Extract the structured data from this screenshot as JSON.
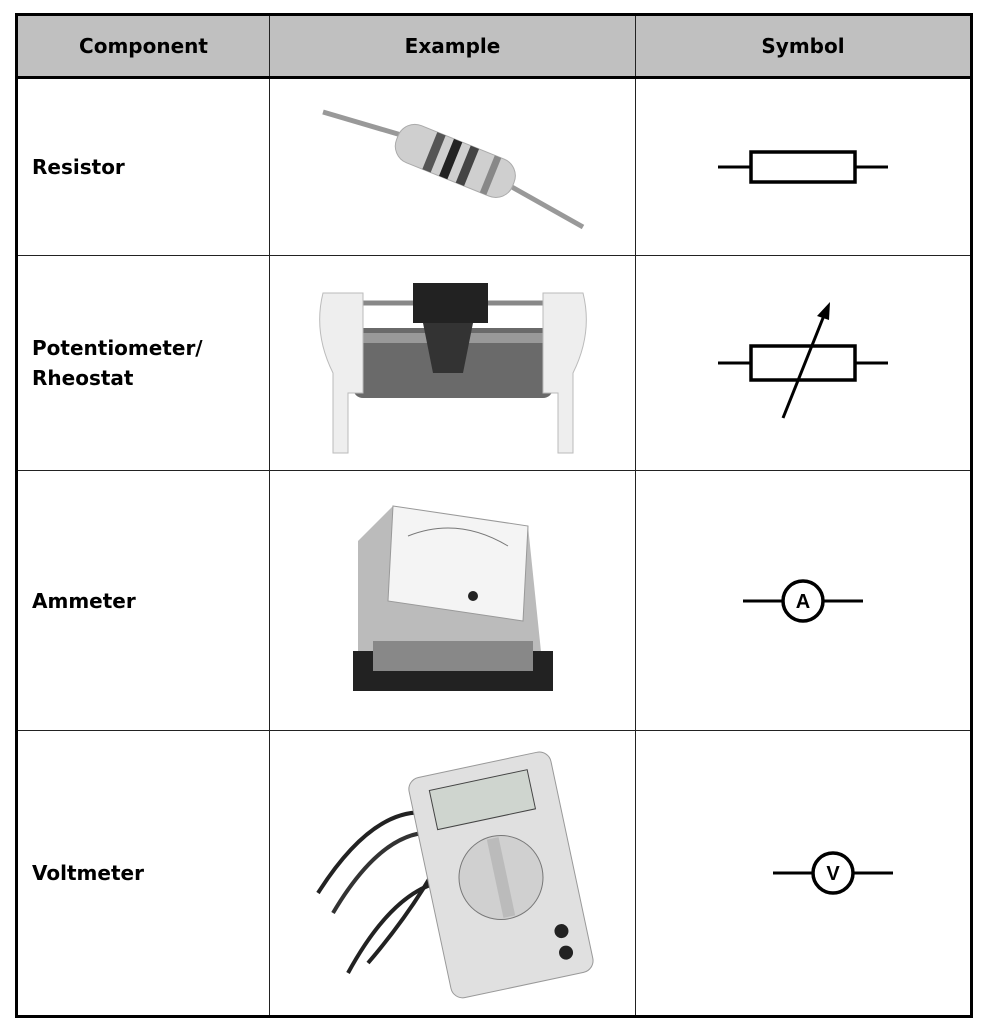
{
  "headers": {
    "component": "Component",
    "example": "Example",
    "symbol": "Symbol"
  },
  "rows": [
    {
      "component": "Resistor",
      "example_icon": "resistor-photo",
      "symbol_icon": "resistor-symbol"
    },
    {
      "component_line1": "Potentiometer/",
      "component_line2": "Rheostat",
      "example_icon": "rheostat-photo",
      "symbol_icon": "variable-resistor-symbol"
    },
    {
      "component": "Ammeter",
      "example_icon": "ammeter-photo",
      "symbol_icon": "ammeter-symbol",
      "symbol_letter": "A"
    },
    {
      "component": "Voltmeter",
      "example_icon": "multimeter-photo",
      "symbol_icon": "voltmeter-symbol",
      "symbol_letter": "V"
    }
  ]
}
